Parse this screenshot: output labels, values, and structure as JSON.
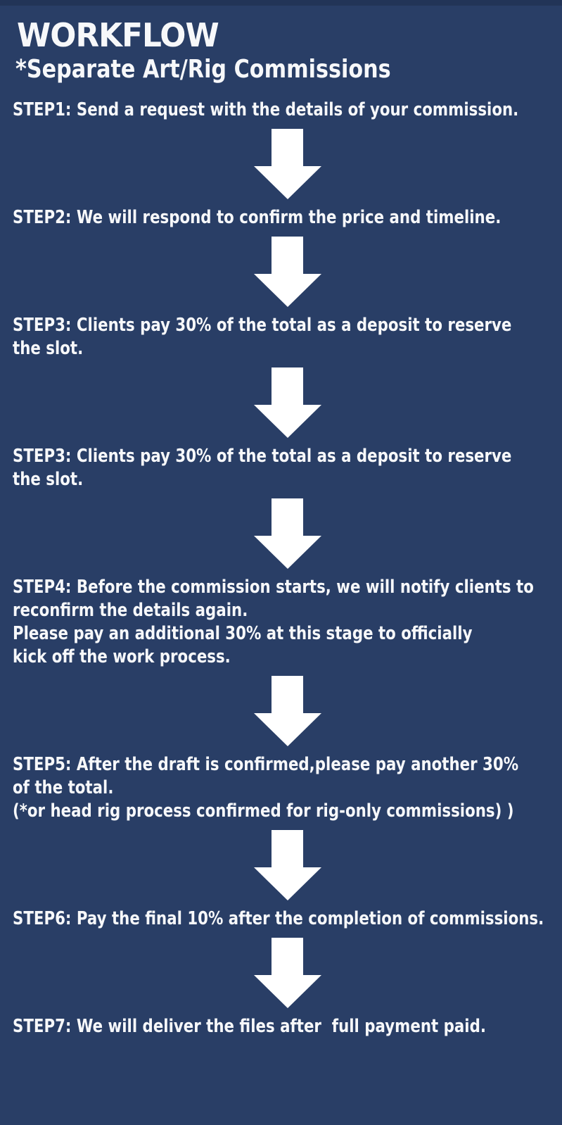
{
  "header": {
    "title": "WORKFLOW",
    "subtitle": "*Separate Art/Rig Commissions"
  },
  "colors": {
    "background": "#293e66",
    "top_strip": "#223457",
    "text": "#f7f8fa",
    "arrow": "#ffffff"
  },
  "workflow": {
    "arrow_icon": "down-block-arrow",
    "steps": [
      {
        "id": "step-1",
        "lines": [
          "STEP1: Send a request with the details of your commission."
        ]
      },
      {
        "id": "step-2",
        "lines": [
          "STEP2: We will respond to confirm the price and timeline."
        ]
      },
      {
        "id": "step-3",
        "lines": [
          "STEP3: Clients pay 30% of the total as a deposit to reserve",
          "the slot."
        ]
      },
      {
        "id": "step-3-repeat",
        "lines": [
          "STEP3: Clients pay 30% of the total as a deposit to reserve",
          "the slot."
        ]
      },
      {
        "id": "step-4",
        "lines": [
          "STEP4: Before the commission starts, we will notify clients to",
          "reconfirm the details again.",
          "Please pay an additional 30% at this stage to officially",
          "kick off the work process."
        ]
      },
      {
        "id": "step-5",
        "lines": [
          "STEP5: After the draft is confirmed,please pay another 30%",
          "of the total.",
          "(*or head rig process confirmed for rig-only commissions) )"
        ]
      },
      {
        "id": "step-6",
        "lines": [
          "STEP6: Pay the final 10% after the completion of commissions."
        ]
      },
      {
        "id": "step-7",
        "lines": [
          "STEP7: We will deliver the files after  full payment paid."
        ]
      }
    ]
  }
}
